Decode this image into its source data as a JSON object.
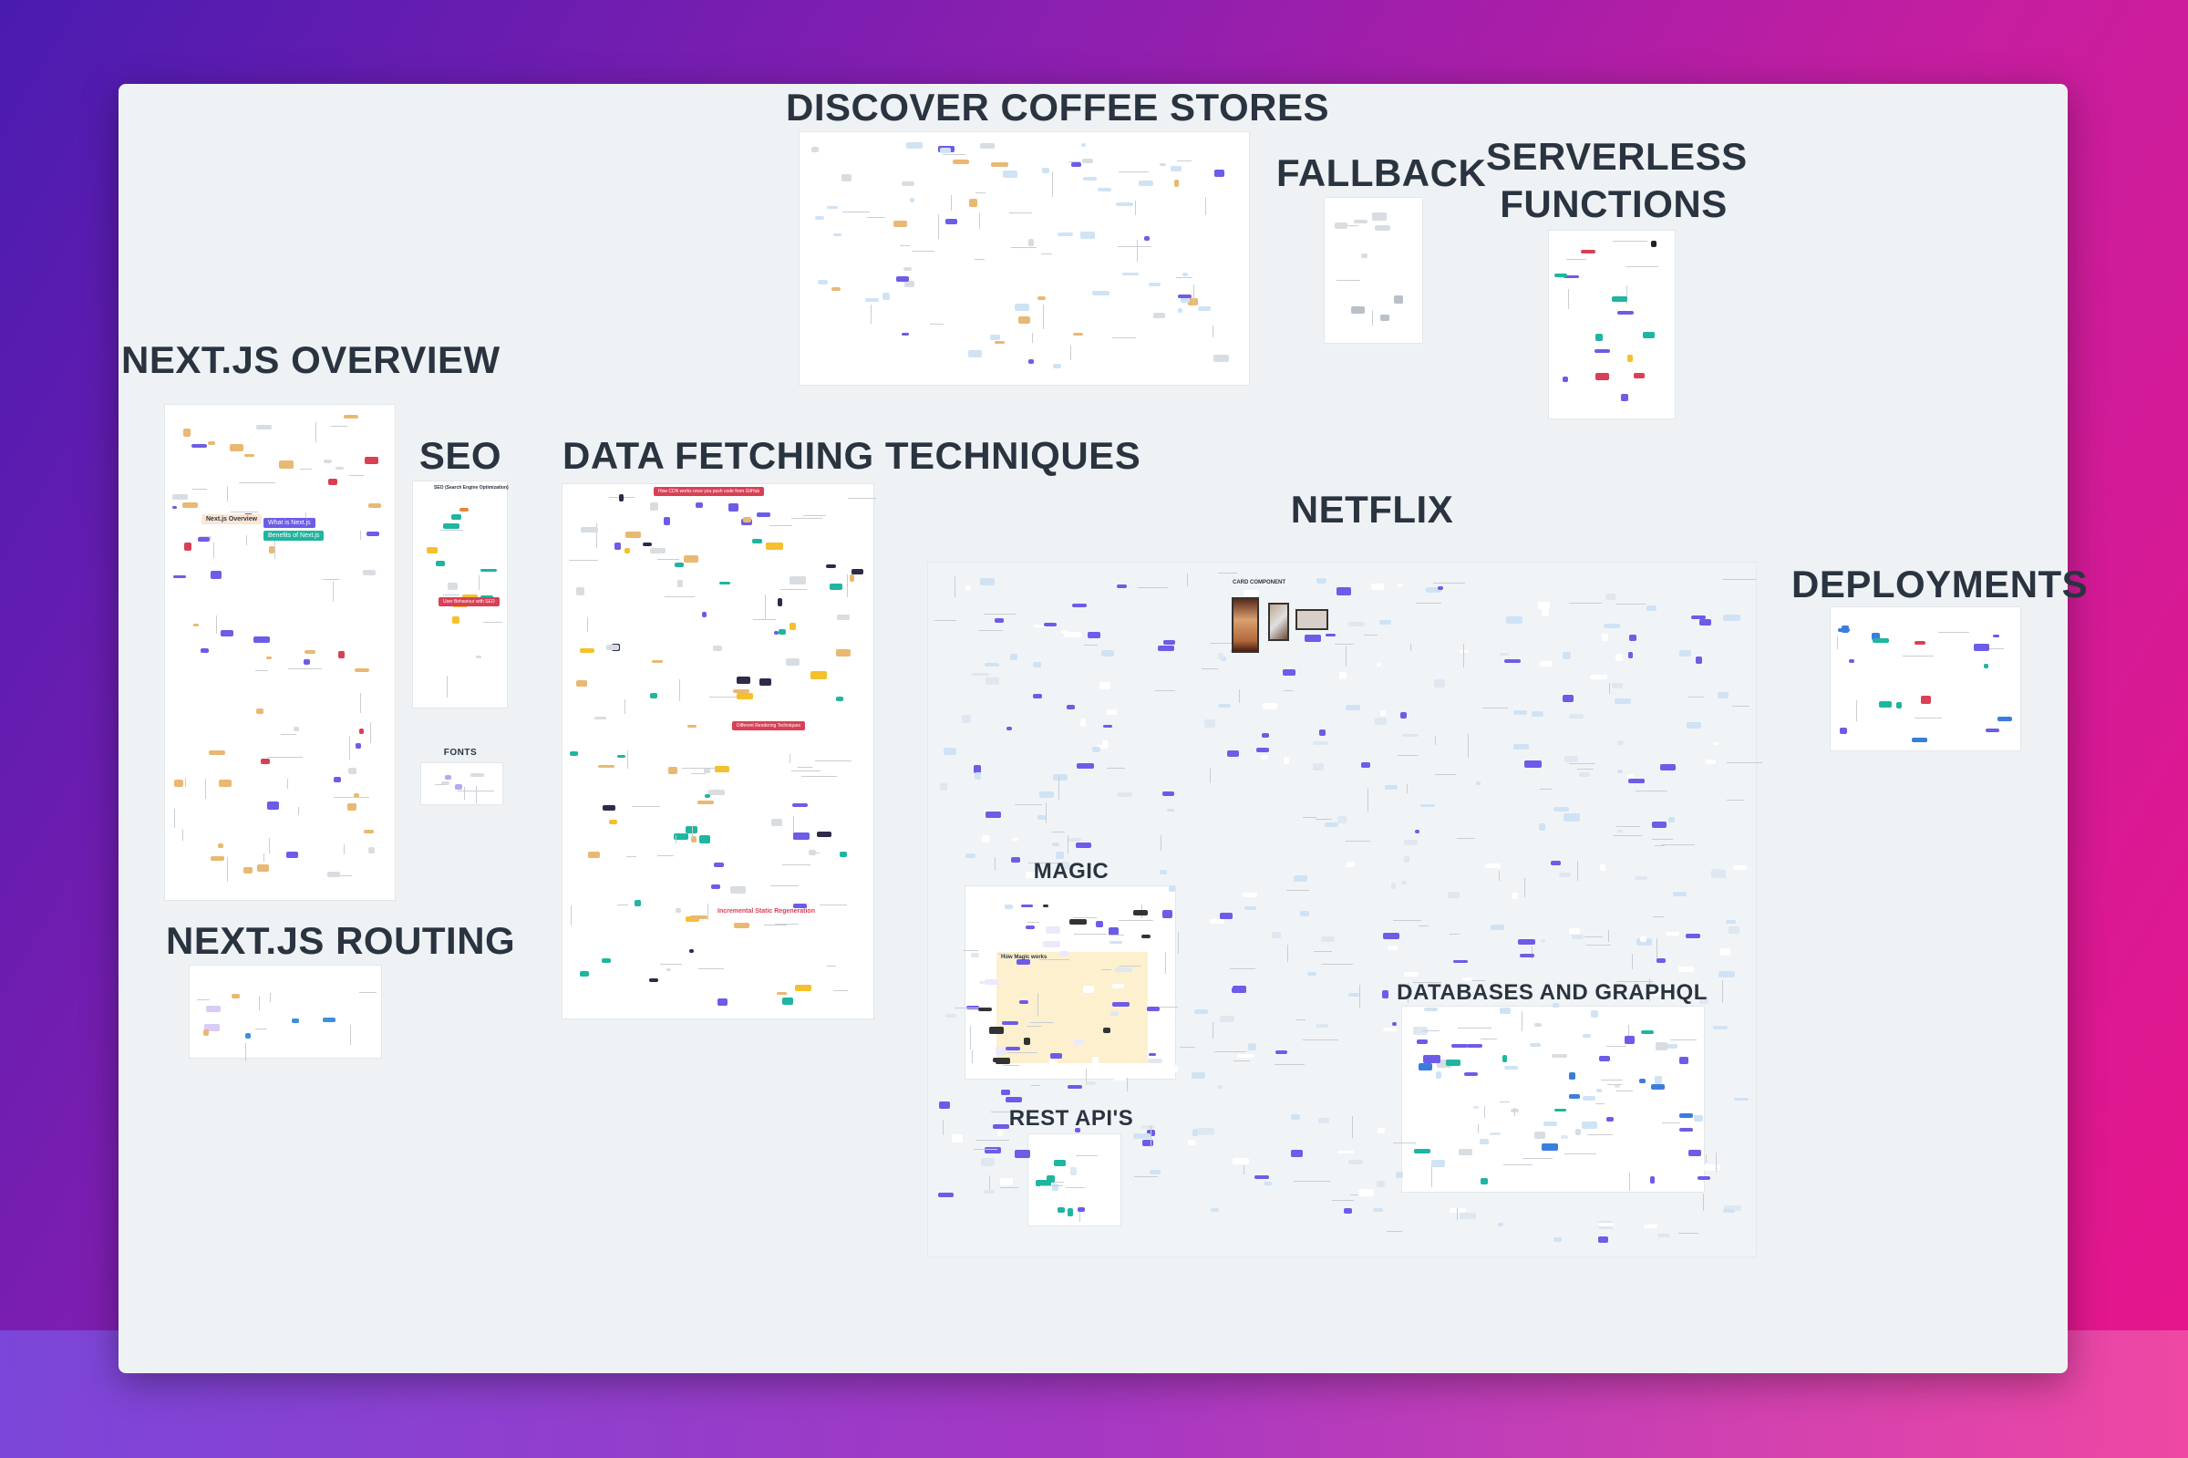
{
  "boards": {
    "coffee": {
      "title": "DISCOVER COFFEE STORES"
    },
    "fallback": {
      "title": "FALLBACK"
    },
    "serverless": {
      "title_line1": "SERVERLESS",
      "title_line2": "FUNCTIONS"
    },
    "overview": {
      "title": "NEXT.JS OVERVIEW",
      "labels": [
        "Next.js Overview",
        "What is Next.js",
        "Benefits of Next.js"
      ]
    },
    "seo": {
      "title": "SEO",
      "labels": [
        "SEO (Search Engine Optimization)",
        "User Behaviour with SEO"
      ]
    },
    "fonts": {
      "title": "FONTS"
    },
    "data_fetching": {
      "title": "DATA FETCHING TECHNIQUES",
      "labels": [
        "How CDN works once you push code from GitHub",
        "Different Rendering Techniques",
        "Incremental Static Regeneration"
      ]
    },
    "netflix": {
      "title": "NETFLIX",
      "labels": [
        "CARD COMPONENT"
      ]
    },
    "deployments": {
      "title": "DEPLOYMENTS"
    },
    "routing": {
      "title": "NEXT.JS ROUTING"
    },
    "magic": {
      "title": "MAGIC",
      "labels": [
        "How Magic works"
      ]
    },
    "rest": {
      "title": "REST API'S"
    },
    "databases": {
      "title": "DATABASES AND GRAPHQL"
    }
  },
  "colors": {
    "purple": "#6c5ce7",
    "teal": "#1fb5a0",
    "red": "#d94055",
    "orange": "#e9b872",
    "yellow": "#f5c02c",
    "blue": "#cfe3f5",
    "heading": "#2a3440",
    "canvas": "#eff2f4"
  }
}
